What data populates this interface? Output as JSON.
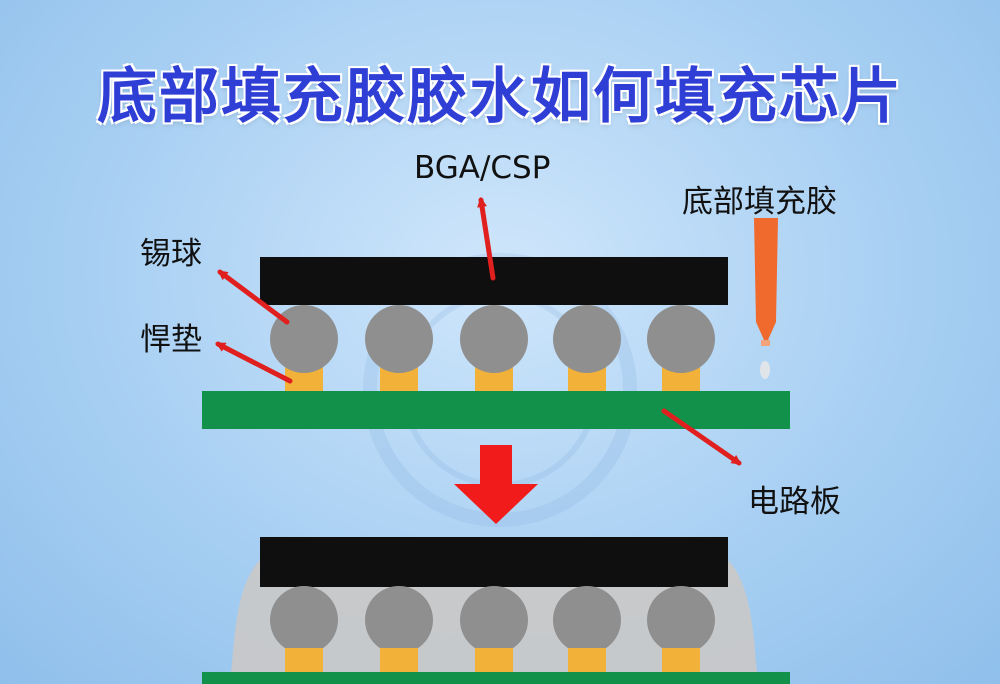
{
  "title": "底部填充胶胶水如何填充芯片",
  "labels": {
    "bga_csp": "BGA/CSP",
    "underfill": "底部填充胶",
    "solder_ball": "锡球",
    "solder_pad": "悍垫",
    "circuit_board": "电路板"
  },
  "colors": {
    "title": "#2f3fd6",
    "chip": "#0f0f0f",
    "solder_ball": "#8f8f8f",
    "solder_pad": "#f2b138",
    "circuit_board": "#12914a",
    "underfill_fill": "#c8c8c8",
    "dispenser": "#f06a2e",
    "arrow": "#e01f1f"
  },
  "before": {
    "solder_ball_count": 5
  },
  "after": {
    "solder_ball_count": 5
  }
}
